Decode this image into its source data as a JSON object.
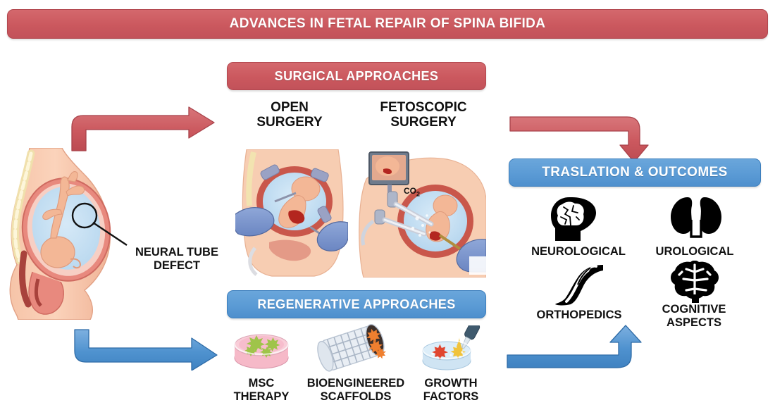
{
  "title": {
    "text": "ADVANCES IN FETAL REPAIR OF SPINA BIFIDA"
  },
  "colors": {
    "red": "#cb585e",
    "red_border": "#b2484f",
    "blue": "#5b9bd5",
    "blue_border": "#3d7fbd",
    "text_dark": "#111111",
    "banner_text": "#ffffff"
  },
  "maternal": {
    "illustration_name": "pregnant-woman-sagittal-fetus",
    "annotation_label": "NEURAL TUBE\nDEFECT"
  },
  "surgical": {
    "banner": "SURGICAL APPROACHES",
    "items": [
      {
        "label": "OPEN\nSURGERY",
        "illustration_name": "open-fetal-surgery-hysterotomy"
      },
      {
        "label": "FETOSCOPIC\nSURGERY",
        "illustration_name": "fetoscopic-surgery-trocars-monitor",
        "gas_label": "CO",
        "gas_subscript": "2"
      }
    ]
  },
  "regenerative": {
    "banner": "REGENERATIVE APPROACHES",
    "items": [
      {
        "label": "MSC\nTHERAPY",
        "icon": "petri-dish-pink-stem-cells"
      },
      {
        "label": "BIOENGINEERED\nSCAFFOLDS",
        "icon": "cylindrical-mesh-scaffold"
      },
      {
        "label": "GROWTH\nFACTORS",
        "icon": "pipette-petri-dish"
      }
    ]
  },
  "outcomes": {
    "banner": "TRASLATION & OUTCOMES",
    "items": [
      {
        "label": "NEUROLOGICAL",
        "icon": "head-brain-icon"
      },
      {
        "label": "UROLOGICAL",
        "icon": "kidneys-icon"
      },
      {
        "label": "ORTHOPEDICS",
        "icon": "leg-foot-bone-icon"
      },
      {
        "label": "COGNITIVE\nASPECTS",
        "icon": "brain-icon"
      }
    ]
  },
  "arrows": [
    {
      "name": "arrow-maternal-to-surgical",
      "color": "#cb585e",
      "direction": "up-right"
    },
    {
      "name": "arrow-maternal-to-regenerative",
      "color": "#5b9bd5",
      "direction": "down-right"
    },
    {
      "name": "arrow-surgical-to-outcomes",
      "color": "#cb585e",
      "direction": "right-down"
    },
    {
      "name": "arrow-regenerative-to-outcomes",
      "color": "#5b9bd5",
      "direction": "right-up"
    }
  ]
}
